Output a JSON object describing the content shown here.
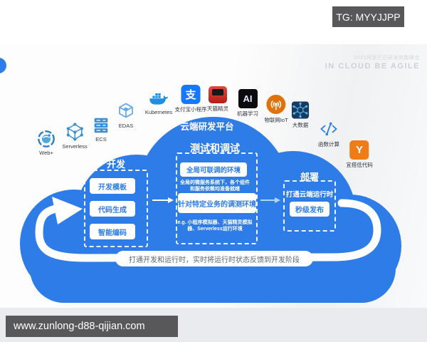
{
  "badge": {
    "text": "TG: MYYJJPP"
  },
  "watermark": {
    "line1": "2021阿里巴巴研发效能峰会",
    "line2": "IN CLOUD BE AGILE"
  },
  "cloud": {
    "title": "云端研发平台"
  },
  "icons": [
    {
      "label": "Web+"
    },
    {
      "label": "Serverless"
    },
    {
      "label": "ECS"
    },
    {
      "label": "EDAS"
    },
    {
      "label": "Kubernetes"
    },
    {
      "label": "支付宝小程序",
      "glyph": "支"
    },
    {
      "label": "天猫精灵"
    },
    {
      "label": "机器学习",
      "glyph": "AI"
    },
    {
      "label": "物联网IoT"
    },
    {
      "label": "大数据"
    },
    {
      "label": "函数计算"
    },
    {
      "label": "宜搭低代码",
      "glyph": "Y"
    }
  ],
  "sections": {
    "dev": {
      "title": "开发",
      "items": [
        "开发模板",
        "代码生成",
        "智能编码"
      ]
    },
    "test": {
      "title": "测试和调试",
      "env_box": "全局可联调的环境",
      "env_note_line1": "全局的微服务系统下，各个组件",
      "env_note_line2": "和服务依赖均准备就绪",
      "biz_box": "针对特定业务的调测环境",
      "biz_note_line1": "e.g. 小程序模拟器、天猫精灵模拟",
      "biz_note_line2": "器、Serverless运行环境"
    },
    "deploy": {
      "title": "部署",
      "note": "打通云端运行时",
      "box": "秒级发布"
    }
  },
  "feedback": {
    "text": "打通开发和运行时，实时将运行时状态反馈到开发阶段"
  },
  "footer": {
    "url": "www.zunlong-d88-qijian.com"
  },
  "colors": {
    "cloud_blue": "#2e7ce7",
    "alipay_blue": "#1677ff",
    "genie_red": "#c6281f",
    "ai_black": "#0b0b0d",
    "iot_orange": "#e0720b",
    "bigdata_navy": "#173a63",
    "yida_orange": "#ee7c17",
    "bar_gray": "#58585a"
  }
}
